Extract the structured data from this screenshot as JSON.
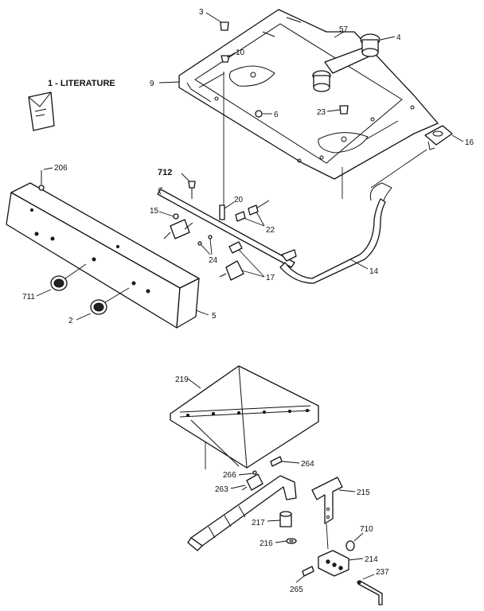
{
  "literature_label": "1 - LITERATURE",
  "callouts": {
    "c3": "3",
    "c57": "57",
    "c4": "4",
    "c10": "10",
    "c9": "9",
    "c6": "6",
    "c23": "23",
    "c16": "16",
    "c206": "206",
    "c712": "712",
    "c20": "20",
    "c15": "15",
    "c22": "22",
    "c24": "24",
    "c17": "17",
    "c14": "14",
    "c711": "711",
    "c2": "2",
    "c5": "5",
    "c219": "219",
    "c264": "264",
    "c266": "266",
    "c263": "263",
    "c215": "215",
    "c217": "217",
    "c710": "710",
    "c216": "216",
    "c214": "214",
    "c237": "237",
    "c265": "265"
  }
}
